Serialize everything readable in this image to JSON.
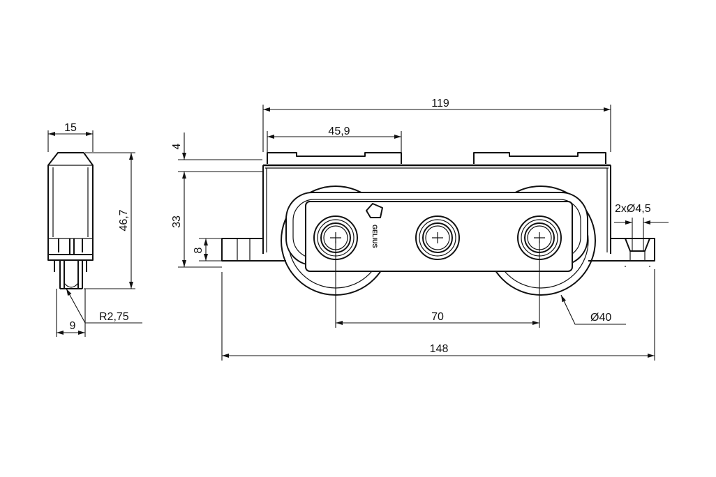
{
  "diagram": {
    "side_view": {
      "width_label": "15",
      "height_label": "46,7",
      "base_width_label": "9",
      "radius_label": "R2,75"
    },
    "front_view": {
      "top_length_label": "119",
      "rail_length_label": "45,9",
      "rail_height_label": "4",
      "body_height_label": "33",
      "flange_height_label": "8",
      "hole_label": "2xØ4,5",
      "wheel_spacing_label": "70",
      "wheel_diameter_label": "Ø40",
      "total_length_label": "148",
      "logo_text": "GELIUS"
    }
  }
}
